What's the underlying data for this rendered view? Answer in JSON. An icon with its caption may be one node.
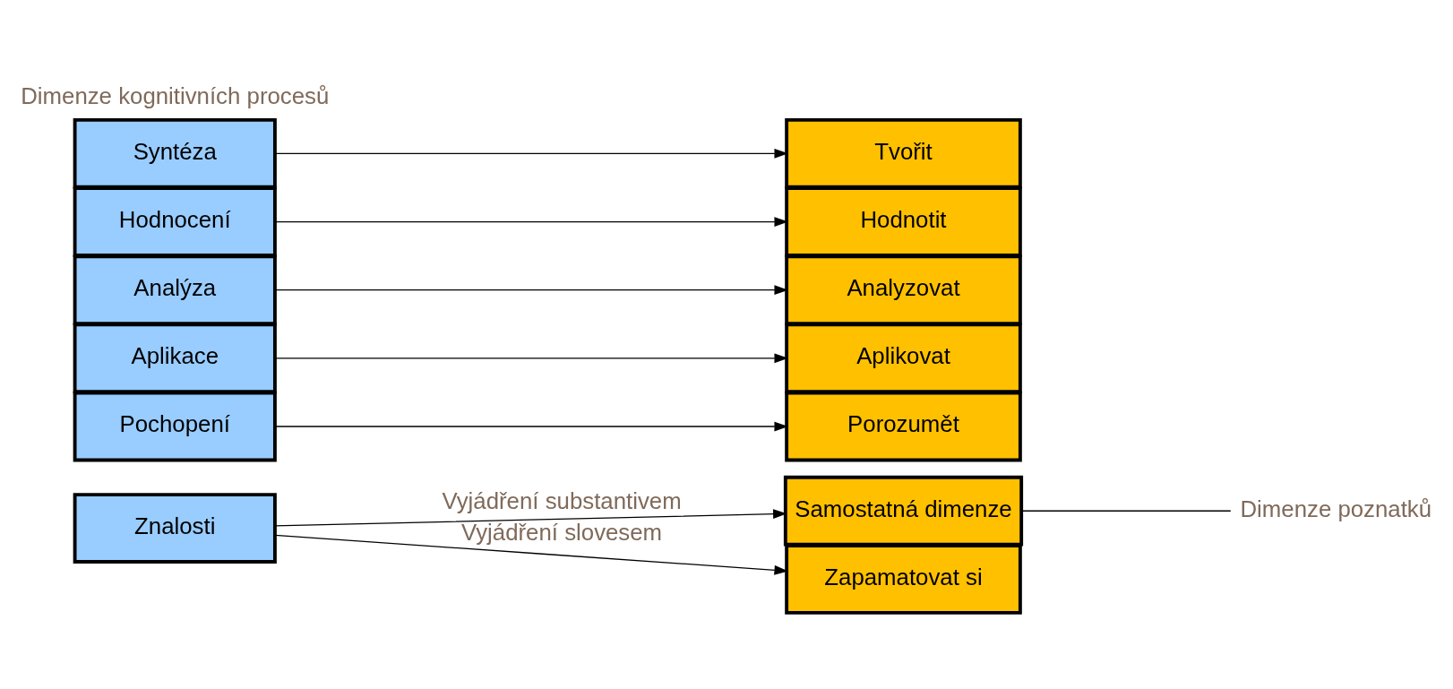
{
  "diagram": {
    "nodes": [
      {
        "text": [
          "Znalosti"
        ]
      },
      {
        "text": [
          "Pochopení"
        ]
      },
      {
        "text": [
          "Aplikace"
        ]
      },
      {
        "text": [
          "Analýza"
        ]
      },
      {
        "text": [
          "Syntéza"
        ]
      },
      {
        "text": [
          "Hodnocení"
        ]
      },
      {
        "text": [
          "Samostatná dimenze"
        ]
      },
      {
        "text": [
          "Zapamatovat si"
        ]
      },
      {
        "text": [
          "Porozumět"
        ]
      },
      {
        "text": [
          "Aplikovat"
        ]
      },
      {
        "text": [
          "Analyzovat"
        ]
      },
      {
        "text": [
          "Hodnotit"
        ]
      },
      {
        "text": [
          "Tvořit"
        ]
      },
      {
        "text": [
          "Dimenze poznatků"
        ]
      }
    ],
    "edges": [
      {
        "from": 0,
        "to": 6,
        "arrow": "to",
        "label": "Vyjádření substantivem"
      },
      {
        "from": 0,
        "to": 7,
        "arrow": "to",
        "label": "Vyjádření slovesem"
      },
      {
        "from": 1,
        "to": 8,
        "arrow": "to"
      },
      {
        "from": 2,
        "to": 9,
        "arrow": "to"
      },
      {
        "from": 3,
        "to": 10,
        "arrow": "to"
      },
      {
        "from": 4,
        "to": 12,
        "arrow": "to"
      },
      {
        "from": 5,
        "to": 11,
        "arrow": "to"
      },
      {
        "from": 6,
        "to": 13,
        "arrow": "none"
      }
    ],
    "labels": [
      "Dimenze kognitivních procesů"
    ]
  }
}
